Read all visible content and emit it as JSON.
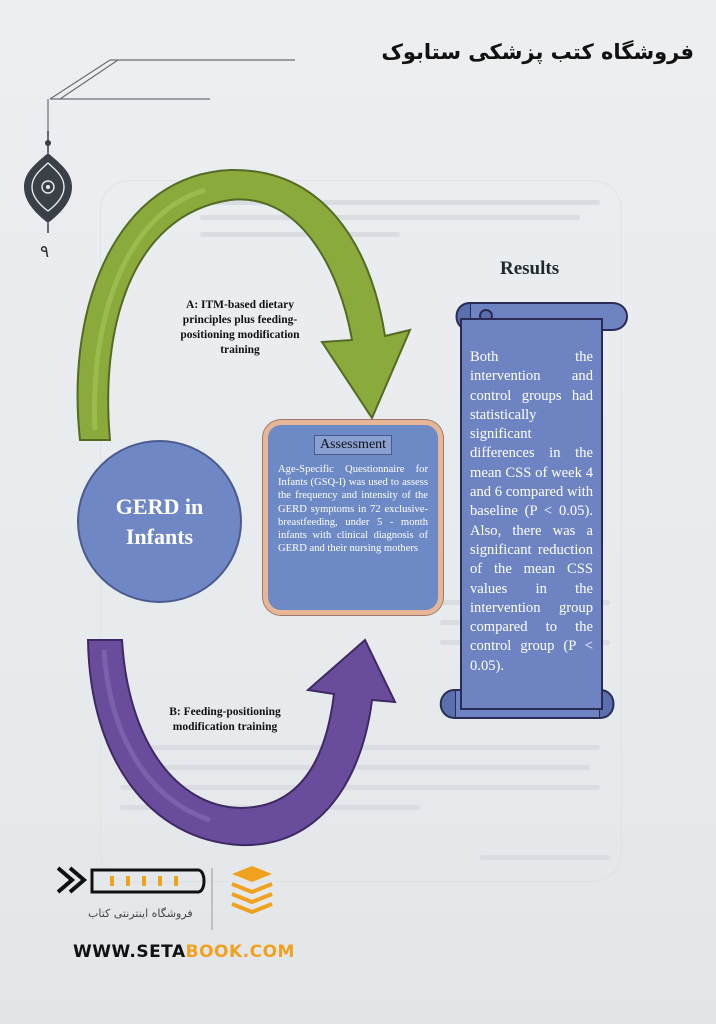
{
  "header": {
    "store_title": "فروشگاه کتب پزشکی ستابوک",
    "page_number": "۹"
  },
  "diagram": {
    "center_node": {
      "line1": "GERD in",
      "line2": "Infants"
    },
    "arrow_a_label": "A: ITM-based dietary principles plus feeding-positioning modification training",
    "arrow_b_label": "B: Feeding-positioning modification training",
    "assessment": {
      "title": "Assessment",
      "text": "Age-Specific Questionnaire for Infants (GSQ-I) was used to assess the frequency and intensity of the GERD symptoms in 72 exclusive-breastfeeding, under 5 - month infants with clinical diagnosis of GERD and their nursing mothers"
    },
    "results": {
      "heading": "Results",
      "text": "Both the intervention and control groups had statistically significant differences in the mean CSS of week 4 and 6 compared with baseline (P < 0.05). Also, there was a significant reduction of the mean CSS values in the intervention group compared to the control group (P < 0.05)."
    },
    "colors": {
      "arrow_a": "#8aaa3c",
      "arrow_b": "#6a4c9c",
      "node_fill": "#6f87c4",
      "assessment_border": "#e7b697"
    }
  },
  "footer": {
    "logo_subtitle": "فروشگاه اینترنتی کتاب",
    "website_part1": "WWW.SETA",
    "website_part2": "BOOK.COM"
  },
  "icons": [
    "ornament-icon",
    "setabook-logo-icon",
    "forward-chevrons-icon",
    "book-stack-icon"
  ]
}
